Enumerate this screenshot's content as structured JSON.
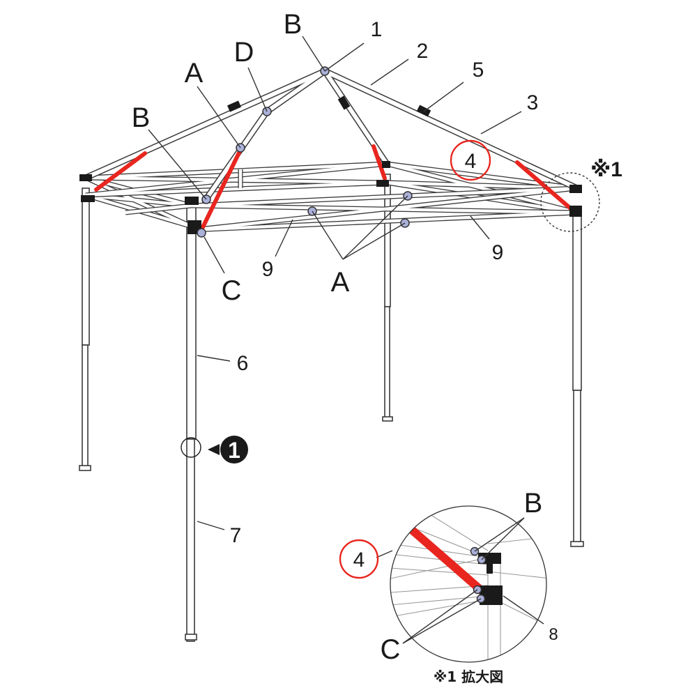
{
  "labels": {
    "a": "A",
    "b": "B",
    "c": "C",
    "d": "D",
    "n1": "1",
    "n2": "2",
    "n3": "3",
    "n4": "4",
    "n5": "5",
    "n6": "6",
    "n7": "7",
    "n8": "8",
    "n9": "9",
    "ref_mark": "※1",
    "marker_circled_one": "1"
  },
  "caption": "※1 拡大図",
  "colors": {
    "highlight_red": "#e8261f",
    "joint_fill": "#aab0d8",
    "frame_line": "#3a3a3a",
    "bracket_black": "#1a1a1a"
  },
  "icons": {
    "callout_marker": "circled-number-arrow-icon"
  }
}
